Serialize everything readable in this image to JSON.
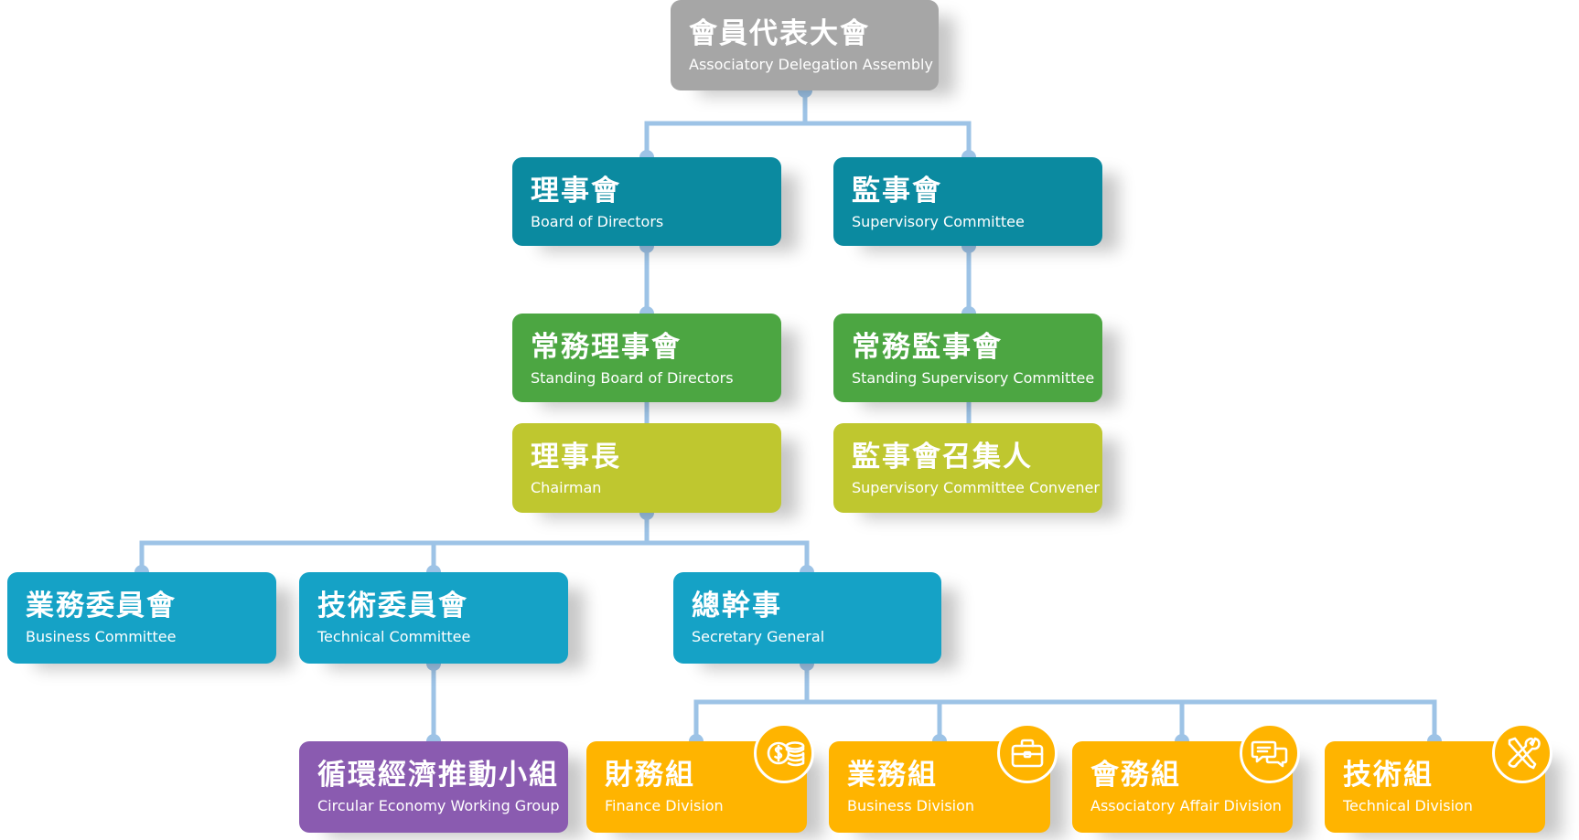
{
  "nodes": {
    "assembly": {
      "zh": "會員代表大會",
      "en": "Associatory Delegation Assembly"
    },
    "board": {
      "zh": "理事會",
      "en": "Board of Directors"
    },
    "supervisory": {
      "zh": "監事會",
      "en": "Supervisory Committee"
    },
    "standing_board": {
      "zh": "常務理事會",
      "en": "Standing Board of Directors"
    },
    "standing_supervisory": {
      "zh": "常務監事會",
      "en": "Standing Supervisory Committee"
    },
    "chairman": {
      "zh": "理事長",
      "en": "Chairman"
    },
    "convener": {
      "zh": "監事會召集人",
      "en": "Supervisory Committee Convener"
    },
    "business_committee": {
      "zh": "業務委員會",
      "en": "Business Committee"
    },
    "technical_committee": {
      "zh": "技術委員會",
      "en": "Technical Committee"
    },
    "secretary_general": {
      "zh": "總幹事",
      "en": "Secretary General"
    },
    "circular_group": {
      "zh": "循環經濟推動小組",
      "en": "Circular Economy Working Group"
    },
    "finance": {
      "zh": "財務組",
      "en": "Finance Division",
      "icon": "coins-icon"
    },
    "business_division": {
      "zh": "業務組",
      "en": "Business Division",
      "icon": "briefcase-icon"
    },
    "affair_division": {
      "zh": "會務組",
      "en": "Associatory Affair Division",
      "icon": "chat-bubbles-icon"
    },
    "technical_division": {
      "zh": "技術組",
      "en": "Technical Division",
      "icon": "tools-icon"
    }
  },
  "colors": {
    "connector": "#9dc3e6",
    "gray": "#a6a6a6",
    "teal": "#0b8aa0",
    "green": "#4ca642",
    "lime": "#bfc72f",
    "blue": "#15a2c6",
    "purple": "#8a5bb0",
    "orange": "#ffb400"
  }
}
